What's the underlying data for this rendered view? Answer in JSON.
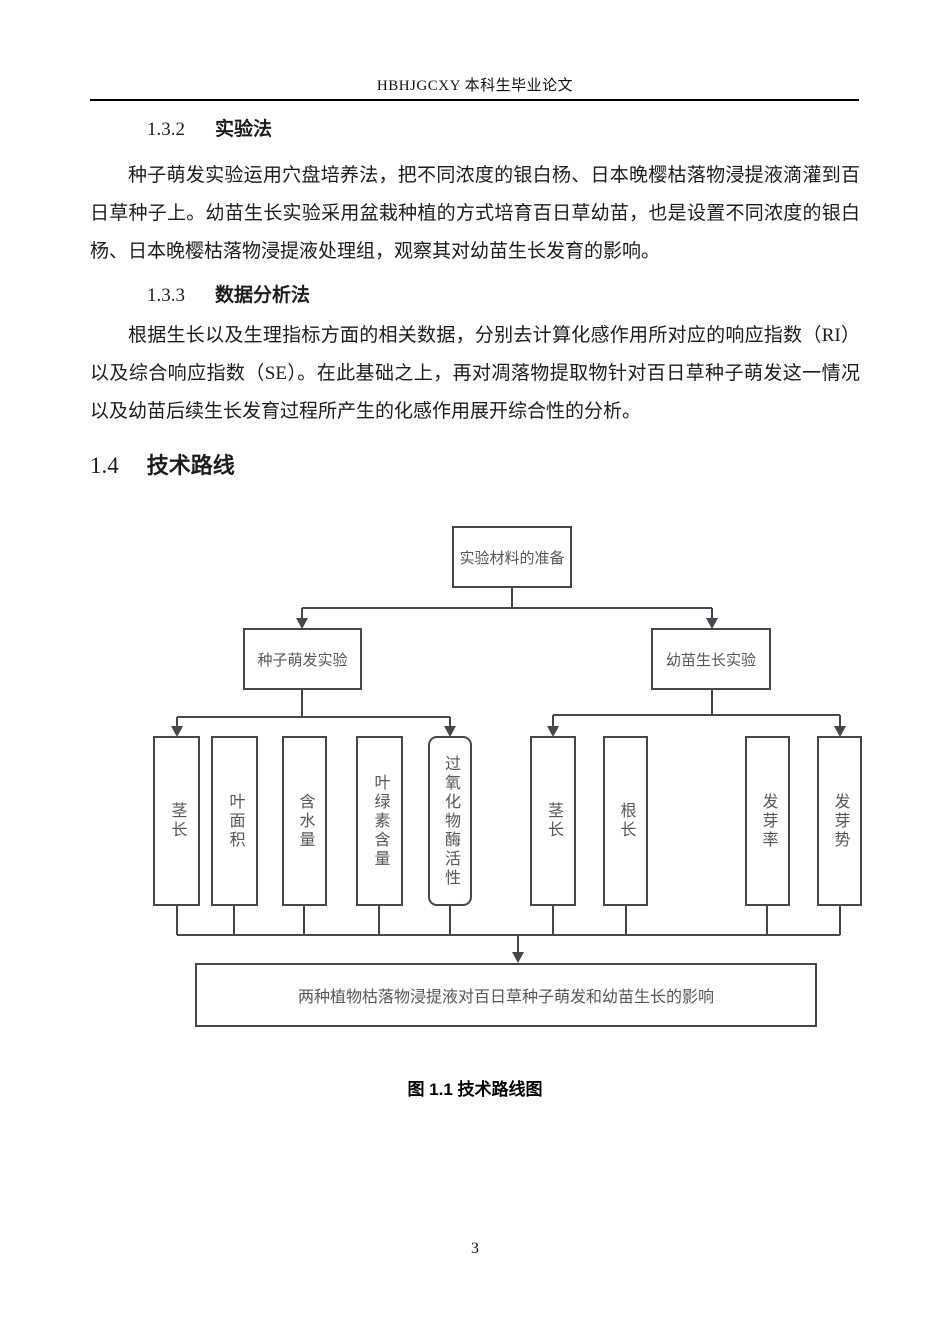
{
  "header": {
    "title": "HBHJGCXY 本科生毕业论文"
  },
  "sections": {
    "s132": {
      "number": "1.3.2",
      "title": "实验法",
      "body": "种子萌发实验运用穴盘培养法，把不同浓度的银白杨、日本晚樱枯落物浸提液滴灌到百日草种子上。幼苗生长实验采用盆栽种植的方式培育百日草幼苗，也是设置不同浓度的银白杨、日本晚樱枯落物浸提液处理组，观察其对幼苗生长发育的影响。"
    },
    "s133": {
      "number": "1.3.3",
      "title": "数据分析法",
      "body": "根据生长以及生理指标方面的相关数据，分别去计算化感作用所对应的响应指数（RI）以及综合响应指数（SE）。在此基础之上，再对凋落物提取物针对百日草种子萌发这一情况以及幼苗后续生长发育过程所产生的化感作用展开综合性的分析。"
    },
    "s14": {
      "number": "1.4",
      "title": "技术路线"
    }
  },
  "diagram": {
    "root": "实验材料的准备",
    "left_branch": "种子萌发实验",
    "right_branch": "幼苗生长实验",
    "left_leaves": [
      "茎长",
      "叶面积",
      "含水量",
      "叶绿素含量",
      "过氧化物酶活性"
    ],
    "right_leaves": [
      "茎长",
      "根长",
      "发芽率",
      "发芽势"
    ],
    "result": "两种植物枯落物浸提液对百日草种子萌发和幼苗生长的影响",
    "line_color": "#44474b"
  },
  "caption": "图 1.1 技术路线图",
  "footer": {
    "page_number": "3"
  }
}
